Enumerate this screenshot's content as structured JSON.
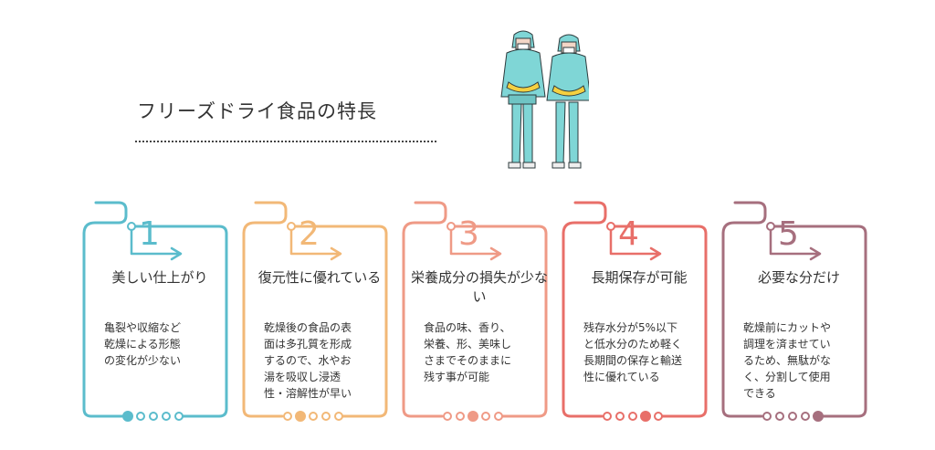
{
  "page": {
    "title": "フリーズドライ食品の特長"
  },
  "colors": [
    "#5bbccc",
    "#f2b877",
    "#ef9a86",
    "#e86f69",
    "#a66f7e"
  ],
  "cards": [
    {
      "number": "1",
      "title": "美しい仕上がり",
      "lines": [
        "亀裂や収縮など",
        "乾燥による形態",
        "の変化が少ない"
      ],
      "active_dot": 0
    },
    {
      "number": "2",
      "title": "復元性に優れている",
      "lines": [
        "乾燥後の食品の表",
        "面は多孔質を形成",
        "するので、水やお",
        "湯を吸収し浸透",
        "性・溶解性が早い"
      ],
      "active_dot": 1
    },
    {
      "number": "3",
      "title": "栄養成分の損失が少ない",
      "lines": [
        "食品の味、香り、",
        "栄養、形、美味し",
        "さまでそのままに",
        "残す事が可能"
      ],
      "active_dot": 2
    },
    {
      "number": "4",
      "title": "長期保存が可能",
      "lines": [
        "残存水分が5%以下",
        "と低水分のため軽く",
        "長期間の保存と輸送",
        "性に優れている"
      ],
      "active_dot": 3
    },
    {
      "number": "5",
      "title": "必要な分だけ",
      "lines": [
        "乾燥前にカットや",
        "調理を済ませてい",
        "るため、無駄がな",
        "く、分割して使用",
        "できる"
      ],
      "active_dot": 4
    }
  ]
}
